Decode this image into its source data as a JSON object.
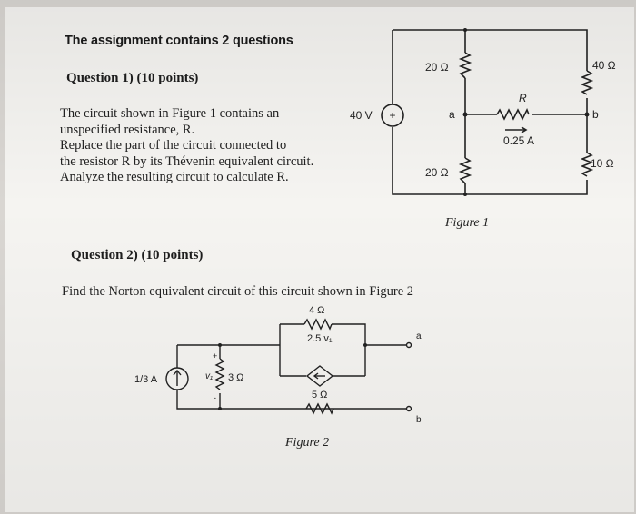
{
  "header": {
    "title": "The assignment contains 2 questions"
  },
  "question1": {
    "title": "Question 1) (10 points)",
    "lines": [
      "The circuit shown in Figure 1 contains an",
      "unspecified resistance, R.",
      "Replace the part of the circuit connected to",
      "the resistor R by its Thévenin equivalent circuit.",
      "Analyze the resulting circuit to calculate R."
    ],
    "figure": {
      "caption": "Figure 1",
      "source_label": "40 V",
      "r_top_left": "20 Ω",
      "r_bottom_left": "20 Ω",
      "r_top_right": "40 Ω",
      "r_bottom_right": "10 Ω",
      "r_unknown": "R",
      "current": "0.25 A",
      "node_a": "a",
      "node_b": "b"
    }
  },
  "question2": {
    "title": "Question 2) (10 points)",
    "text": "Find the Norton equivalent circuit of this circuit shown in Figure 2",
    "figure": {
      "caption": "Figure 2",
      "source_label": "1/3 A",
      "r_top": "4 Ω",
      "dep_source": "2.5 v₁",
      "r_middle": "3 Ω",
      "r_bottom": "5 Ω",
      "v_label": "v₁",
      "node_a": "a",
      "node_b": "b",
      "plus": "+",
      "minus": "-"
    }
  }
}
